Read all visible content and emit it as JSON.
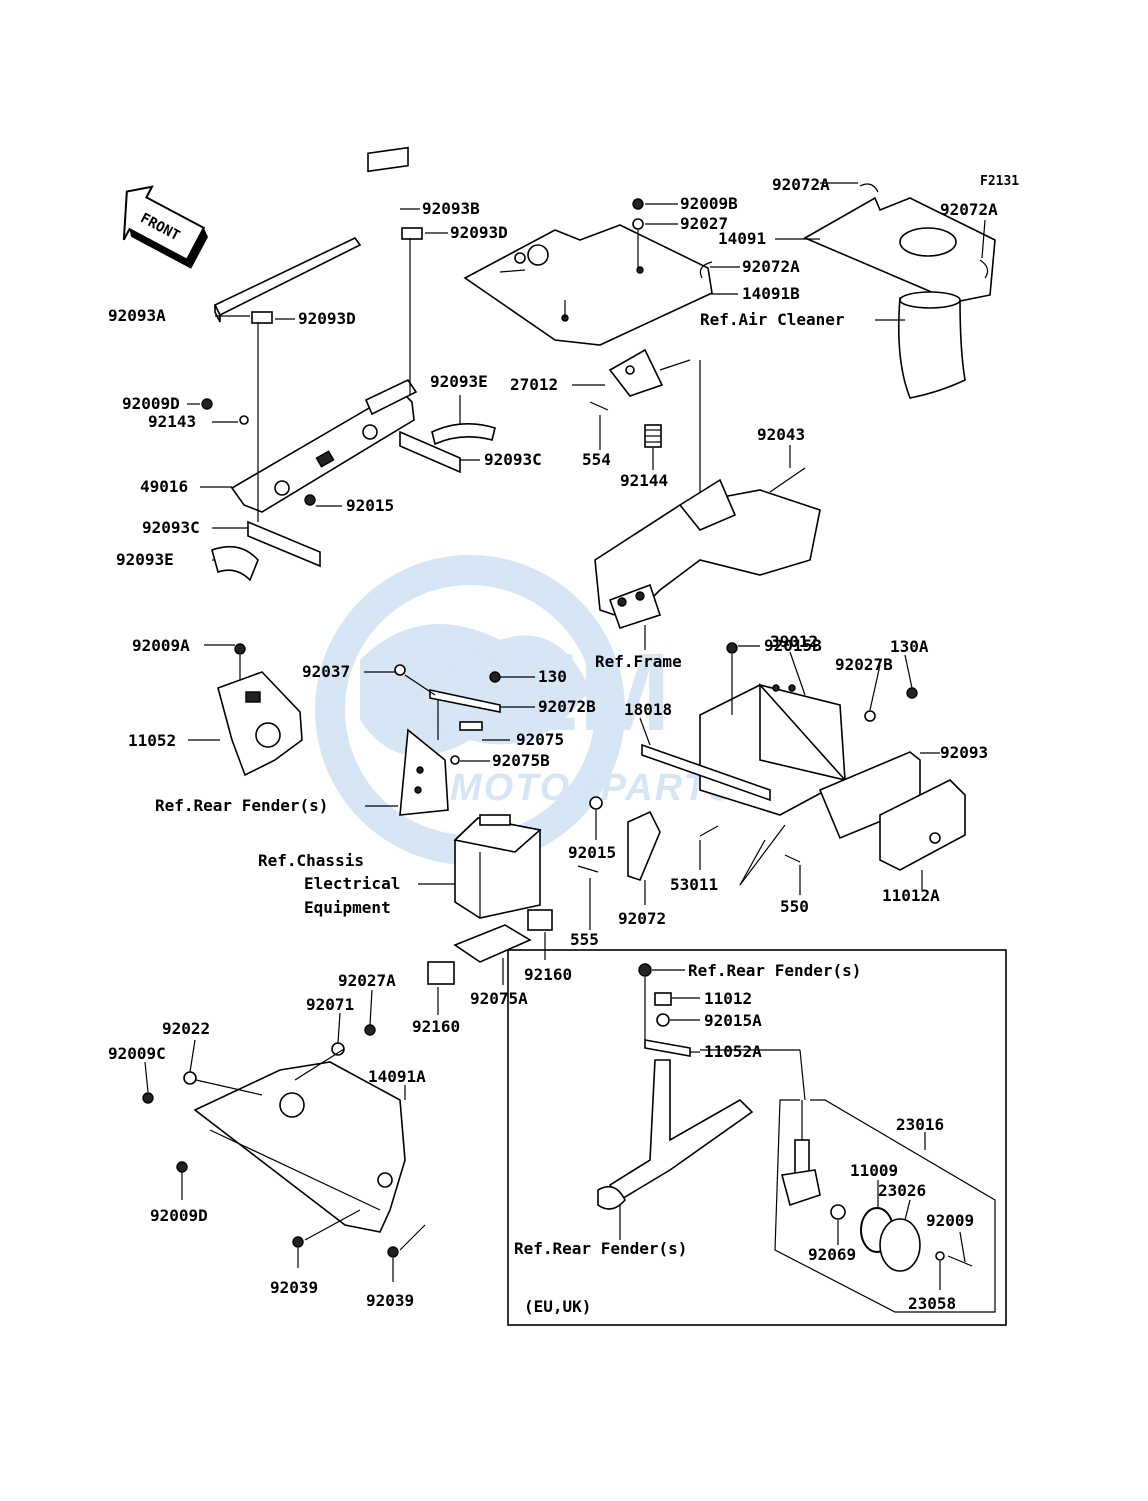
{
  "figure_code": "F2131",
  "front_label": "FRONT",
  "watermark": {
    "brand": "OEM",
    "sub": "MOTORPARTS"
  },
  "callouts": {
    "c92072A_1": "92072A",
    "c92072A_2": "92072A",
    "c92072A_3": "92072A",
    "c14091": "14091",
    "c14091B": "14091B",
    "c92009B": "92009B",
    "c92027": "92027",
    "c92093B": "92093B",
    "c92093D_1": "92093D",
    "c92093D_2": "92093D",
    "c92093A": "92093A",
    "c92093E_1": "92093E",
    "c92093E_2": "92093E",
    "c92093C_1": "92093C",
    "c92093C_2": "92093C",
    "c92009D_1": "92009D",
    "c92009D_2": "92009D",
    "c92143": "92143",
    "c49016": "49016",
    "c92015_1": "92015",
    "c92015_2": "92015",
    "c27012": "27012",
    "c554": "554",
    "c92144": "92144",
    "c92043": "92043",
    "c92015B": "92015B",
    "c39012": "39012",
    "c130A": "130A",
    "c92027B": "92027B",
    "c92009A": "92009A",
    "c11052": "11052",
    "c92037": "92037",
    "c130": "130",
    "c92072B": "92072B",
    "c92075": "92075",
    "c92075B": "92075B",
    "c18018": "18018",
    "c92093": "92093",
    "c53011": "53011",
    "c550": "550",
    "c11012A": "11012A",
    "c92072": "92072",
    "c555": "555",
    "c92160_1": "92160",
    "c92160_2": "92160",
    "c92075A": "92075A",
    "c92027A": "92027A",
    "c92071": "92071",
    "c92022": "92022",
    "c92009C": "92009C",
    "c14091A": "14091A",
    "c92039_1": "92039",
    "c92039_2": "92039",
    "c11012": "11012",
    "c92015A": "92015A",
    "c11052A": "11052A",
    "c23016": "23016",
    "c11009": "11009",
    "c23026": "23026",
    "c92009": "92009",
    "c92069": "92069",
    "c23058": "23058"
  },
  "refs": {
    "air_cleaner": "Ref.Air Cleaner",
    "frame": "Ref.Frame",
    "rear_fender_1": "Ref.Rear Fender(s)",
    "rear_fender_2": "Ref.Rear Fender(s)",
    "rear_fender_3": "Ref.Rear Fender(s)",
    "chassis_1": "Ref.Chassis",
    "chassis_2": "Electrical",
    "chassis_3": "Equipment"
  },
  "inset_note": "(EU,UK)"
}
